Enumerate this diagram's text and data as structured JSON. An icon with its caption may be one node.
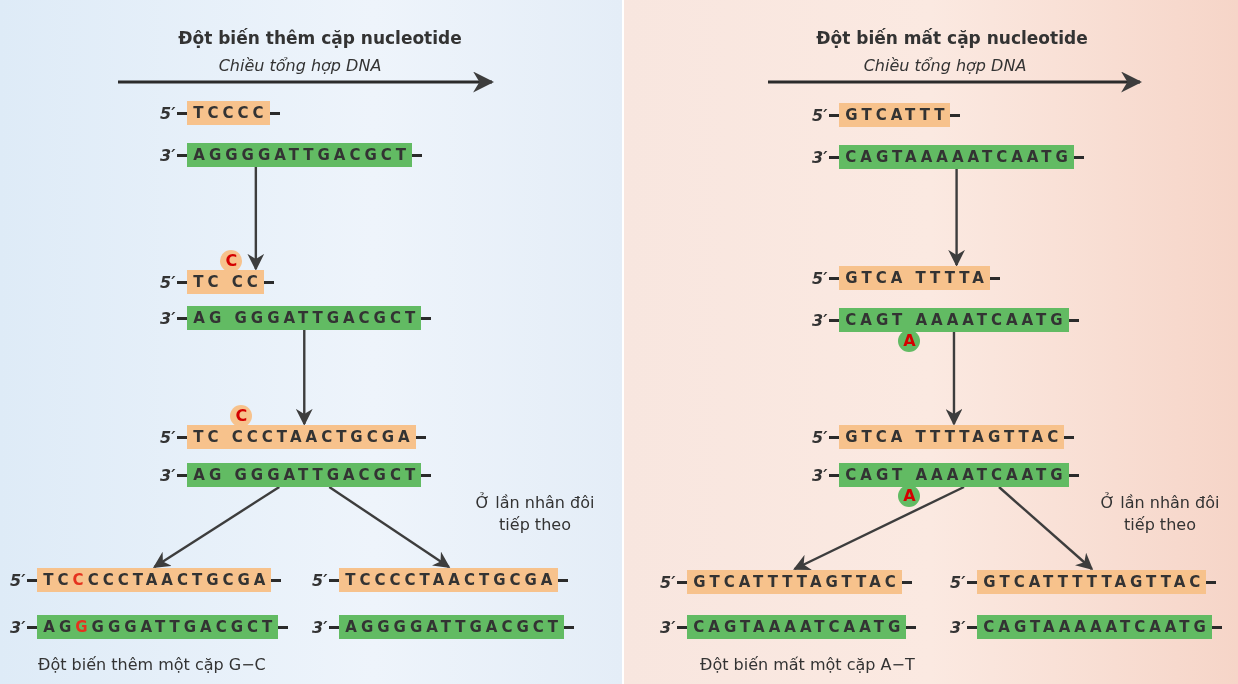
{
  "diagram": {
    "nodes": [
      {
        "text": [
          "TCCCC"
        ],
        "beside": [
          "5′"
        ]
      },
      {
        "text": [
          "AGGGGATTGACGCT"
        ],
        "beside": [
          "3′"
        ]
      },
      {
        "text": [
          "TC CC"
        ],
        "beside": [
          "5′"
        ]
      },
      {
        "text": [
          "C"
        ]
      },
      {
        "text": [
          "AG GGGATTGACGCT"
        ],
        "beside": [
          "3′"
        ]
      },
      {
        "text": [
          "TC CCCTAACTGCGA"
        ],
        "beside": [
          "5′"
        ]
      },
      {
        "text": [
          "C"
        ]
      },
      {
        "text": [
          "AG GGGATTGACGCT"
        ],
        "beside": [
          "3′"
        ]
      },
      {
        "text": [
          "TC**C**CCCTAACTGCGA"
        ],
        "beside": [
          "5′"
        ]
      },
      {
        "text": [
          "AG**G**GGGATTGACGCT"
        ],
        "beside": [
          "3′"
        ]
      },
      {
        "text": [
          "TCCCCTAACTGCGA"
        ],
        "beside": [
          "5′"
        ]
      },
      {
        "text": [
          "AGGGGATTGACGCT"
        ],
        "beside": [
          "3′"
        ]
      },
      {
        "text": [
          "GTCATTT"
        ],
        "beside": [
          "5′"
        ]
      },
      {
        "text": [
          "CAGTAAAAATCAATG"
        ],
        "beside": [
          "3′"
        ]
      },
      {
        "text": [
          "GTCA TTTTA"
        ],
        "beside": [
          "5′"
        ]
      },
      {
        "text": [
          "CAGT AAAATCAATG"
        ],
        "beside": [
          "3′"
        ]
      },
      {
        "text": [
          "A"
        ]
      },
      {
        "text": [
          "GTCA TTTTAGTTAC"
        ],
        "beside": [
          "5′"
        ]
      },
      {
        "text": [
          "CAGT AAAATCAATG"
        ],
        "beside": [
          "3′"
        ]
      },
      {
        "text": [
          "A"
        ]
      },
      {
        "text": [
          "GTCATTTTAGTTAC"
        ],
        "beside": [
          "5′"
        ]
      },
      {
        "text": [
          "CAGTAAAATCAATG"
        ],
        "beside": [
          "3′"
        ]
      },
      {
        "text": [
          "GTCATTTTTAGTTAC"
        ],
        "beside": [
          "5′"
        ]
      },
      {
        "text": [
          "CAGTAAAAATCAATG"
        ],
        "beside": [
          "3′"
        ]
      }
    ],
    "edges": [
      {
        "from": 1,
        "to": 2,
        "arrow": "to"
      },
      {
        "from": 4,
        "to": 5,
        "arrow": "to"
      },
      {
        "from": 7,
        "to": 8,
        "arrow": "to"
      },
      {
        "from": 7,
        "to": 10,
        "arrow": "to",
        "label": "Ở lần nhân đôi tiếp theo"
      },
      {
        "from": 13,
        "to": 14,
        "arrow": "to"
      },
      {
        "from": 15,
        "to": 17,
        "arrow": "to"
      },
      {
        "from": 18,
        "to": 20,
        "arrow": "to"
      },
      {
        "from": 18,
        "to": 22,
        "arrow": "to",
        "label": "Ở lần nhân đôi tiếp theo"
      }
    ],
    "labels": [
      "Đột biến thêm cặp nucleotide",
      "Đột biến mất cặp nucleotide",
      "Chiều tổng hợp DNA",
      "Chiều tổng hợp DNA",
      "Đột biến thêm một cặp G−C",
      "Đột biến mất một cặp A−T"
    ]
  }
}
